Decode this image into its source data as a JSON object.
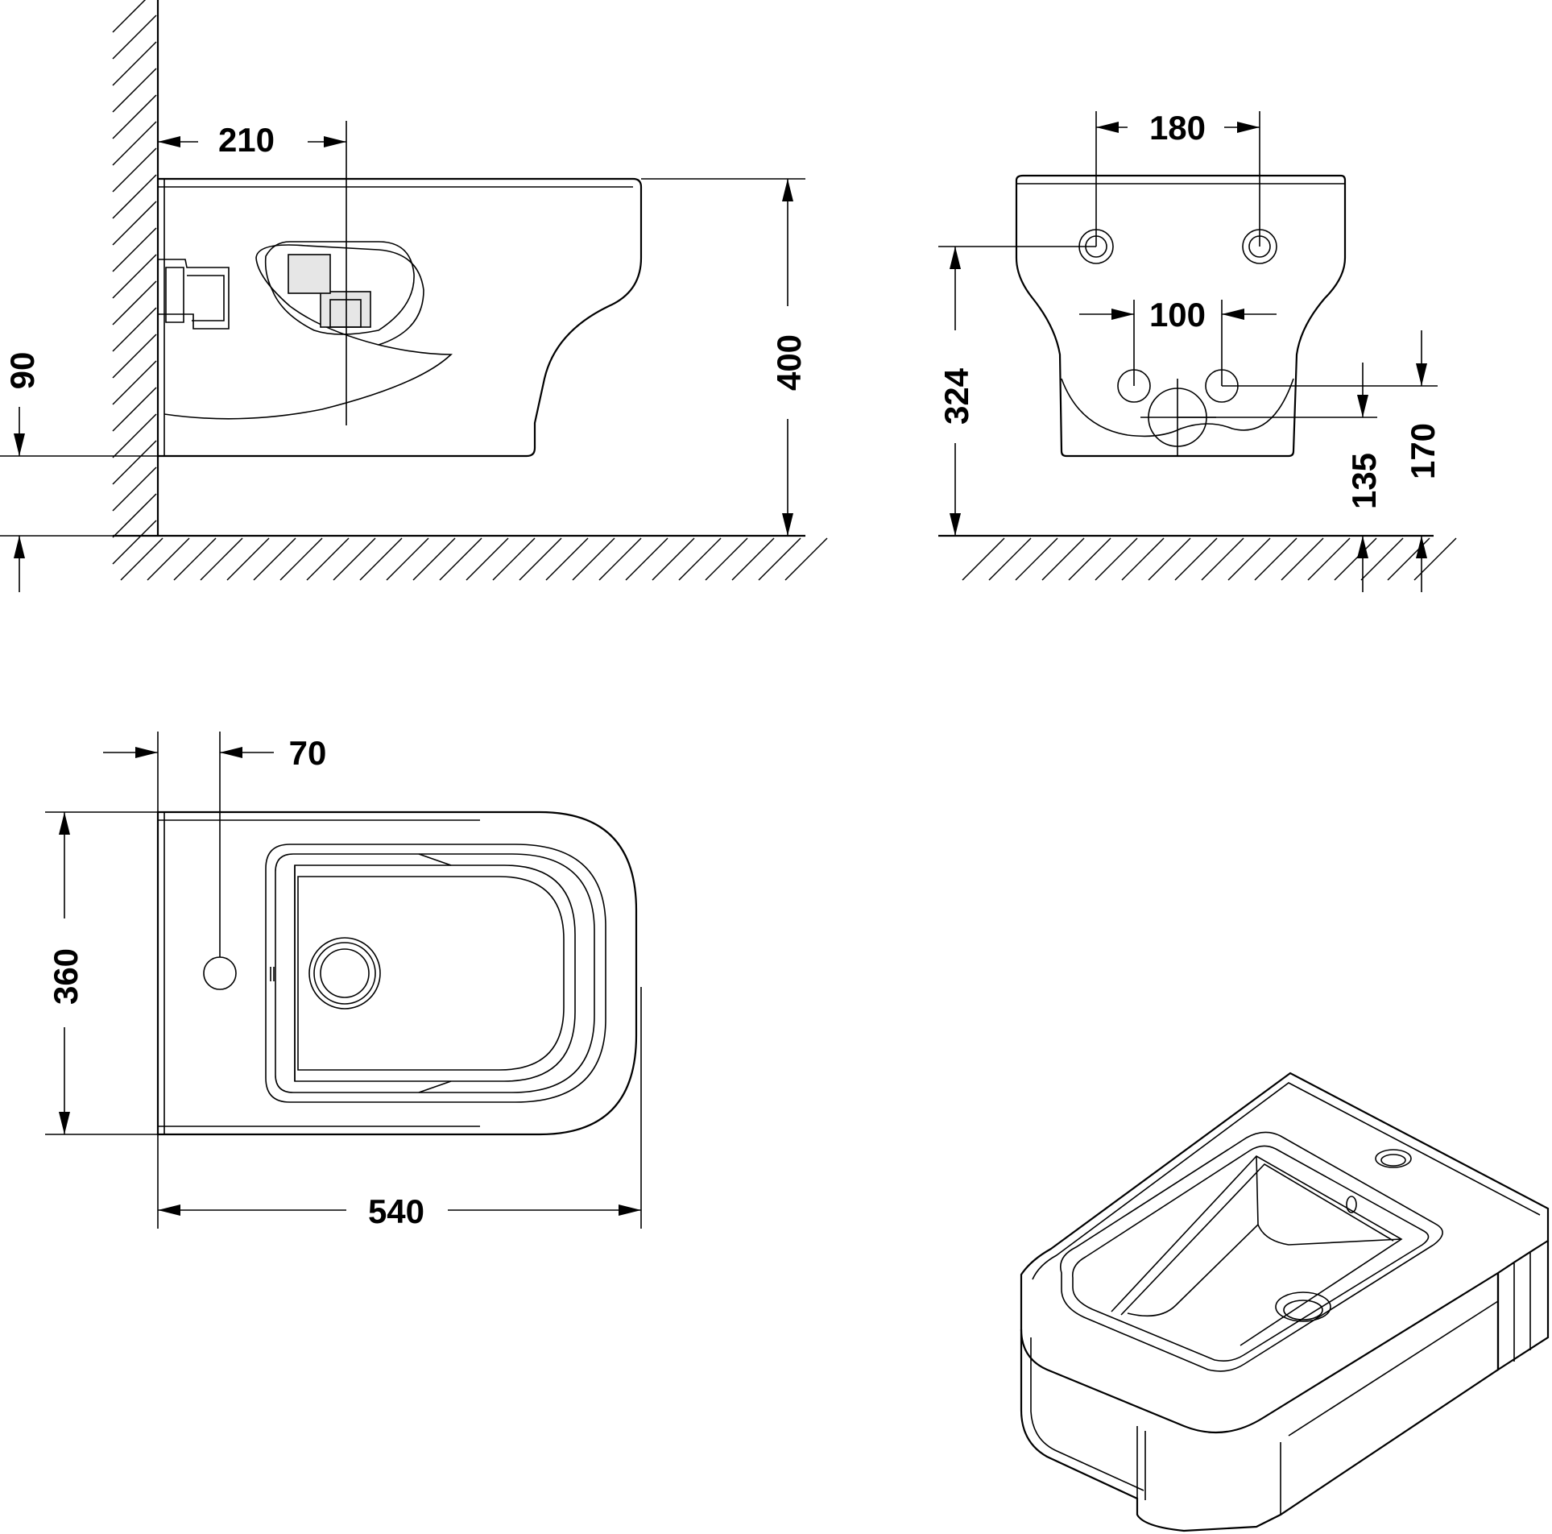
{
  "colors": {
    "ink": "#000000",
    "paper": "#ffffff"
  },
  "dimensions": {
    "side_wall_offset": "210",
    "side_height": "400",
    "side_floor_offset": "90",
    "front_holes_spacing_top": "180",
    "front_holes_spacing_bottom": "100",
    "front_height": "324",
    "front_lower_135": "135",
    "front_lower_170": "170",
    "top_tap_hole_offset": "70",
    "top_depth": "360",
    "top_length": "540"
  }
}
